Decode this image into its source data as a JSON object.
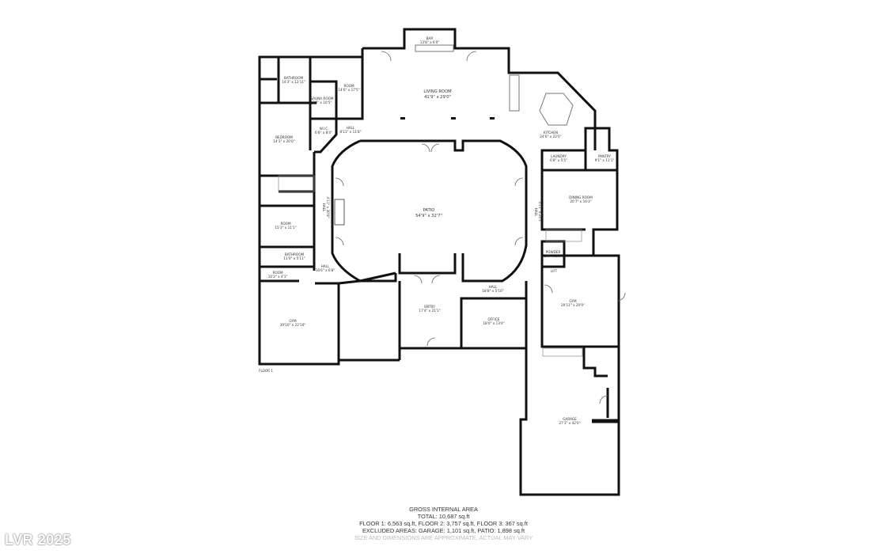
{
  "floor_label": "FLOOR 1",
  "rooms": [
    {
      "name": "BAR",
      "dims": "13'8\" x 6'0\""
    },
    {
      "name": "LIVING ROOM",
      "dims": "41'9\" x 29'0\""
    },
    {
      "name": "ROOM",
      "dims": "14'6\" x 17'5\""
    },
    {
      "name": "BATHROOM",
      "dims": "14'3\" x 12'11\""
    },
    {
      "name": "SAUNA ROOM",
      "dims": "6'8\" x 10'5\""
    },
    {
      "name": "W.I.C",
      "dims": "6'8\" x 8'4\""
    },
    {
      "name": "HALL",
      "dims": "8'11\" x 11'8\""
    },
    {
      "name": "BEDROOM",
      "dims": "14'3\" x 20'0\""
    },
    {
      "name": "KITCHEN",
      "dims": "24'6\" x 22'0\""
    },
    {
      "name": "LAUNDRY",
      "dims": "6'8\" x 5'5\""
    },
    {
      "name": "PANTRY",
      "dims": "9'1\" x 11'1\""
    },
    {
      "name": "PATIO",
      "dims": "54'9\" x 32'7\""
    },
    {
      "name": "HALL",
      "dims": "4'11\" x 30'8\""
    },
    {
      "name": "HALL",
      "dims": "4'11\" x 24'5\""
    },
    {
      "name": "DINING ROOM",
      "dims": "20'7\" x 16'3\""
    },
    {
      "name": "ROOM",
      "dims": "15'3\" x 11'1\""
    },
    {
      "name": "BATHROOM",
      "dims": "11'0\" x 5'11\""
    },
    {
      "name": "HALL",
      "dims": "16'6\" x 6'8\""
    },
    {
      "name": "ROOM",
      "dims": "10'3\" x 4'1\""
    },
    {
      "name": "POWDER",
      "dims": "5'9\" x 5'9\""
    },
    {
      "name": "LIFT",
      "dims": ""
    },
    {
      "name": "HALL",
      "dims": "18'8\" x 5'10\""
    },
    {
      "name": "ENTRY",
      "dims": "17'4\" x 21'1\""
    },
    {
      "name": "OFFICE",
      "dims": "18'0\" x 13'4\""
    },
    {
      "name": "GYM",
      "dims": "39'10\" x 22'10\""
    },
    {
      "name": "GYM",
      "dims": "20'11\" x 20'9\""
    },
    {
      "name": "GARAGE",
      "dims": "27'3\" x 42'0\""
    }
  ],
  "summary": {
    "title": "GROSS INTERNAL AREA",
    "total": "TOTAL: 10,687 sq.ft",
    "floors": "FLOOR 1: 6,563 sq.ft, FLOOR 2: 3,757 sq.ft, FLOOR 3: 367 sq.ft",
    "excluded": "EXCLUDED AREAS: GARAGE: 1,101 sq.ft, PATIO: 1,898 sq.ft",
    "disclaimer": "SIZE AND DIMENSIONS ARE APPROXIMATE, ACTUAL MAY VARY"
  },
  "watermark": "LVR 2025"
}
